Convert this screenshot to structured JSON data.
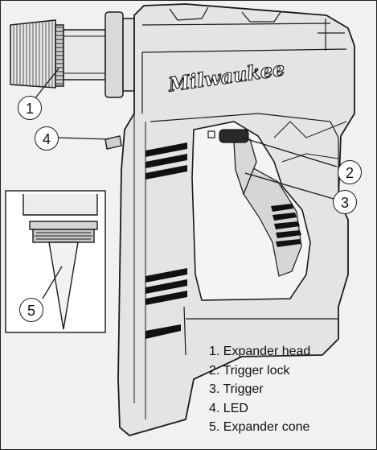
{
  "brand_text": "Milwaukee",
  "callouts": [
    {
      "number": "1"
    },
    {
      "number": "2"
    },
    {
      "number": "3"
    },
    {
      "number": "4"
    },
    {
      "number": "5"
    }
  ],
  "legend": [
    {
      "text": "1. Expander head"
    },
    {
      "text": "2. Trigger lock"
    },
    {
      "text": "3. Trigger"
    },
    {
      "text": "4. LED"
    },
    {
      "text": "5. Expander cone"
    }
  ]
}
